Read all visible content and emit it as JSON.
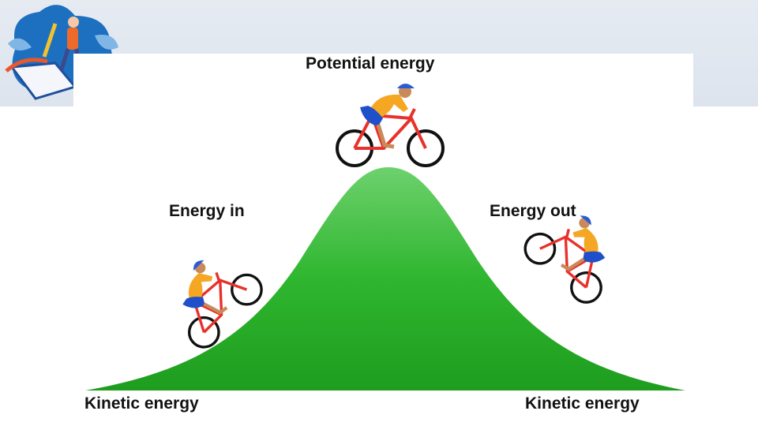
{
  "diagram": {
    "labels": {
      "top": "Potential energy",
      "left_mid": "Energy in",
      "right_mid": "Energy out",
      "bottom_left": "Kinetic energy",
      "bottom_right": "Kinetic energy"
    },
    "colors": {
      "hill": "#2db52d",
      "frame": "#e8312a",
      "shirt": "#f5a623",
      "shorts": "#1f4fc9",
      "helmet": "#2a5bd7"
    }
  }
}
